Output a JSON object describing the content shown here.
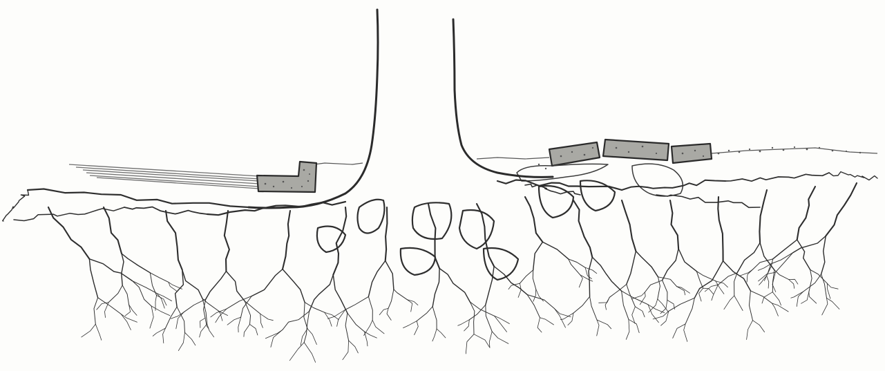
{
  "figure": {
    "text": [],
    "colors": {
      "background": "#fdfdfb",
      "ink": "#2b2b2b",
      "concrete": "#a9a9a4",
      "pencil_shading": "#6e6e6e"
    },
    "parts": [
      "tree-trunk",
      "root-flare",
      "ground-line",
      "concrete-curb",
      "heaved-sidewalk-slabs",
      "root-network"
    ]
  }
}
